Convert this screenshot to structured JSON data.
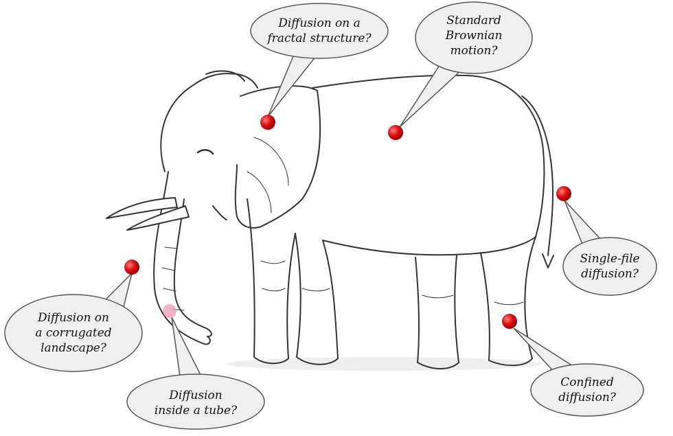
{
  "bubbles": {
    "fractal": "Diffusion on a fractal structure?",
    "fractal_l1": "Diffusion on a",
    "fractal_l2": "fractal structure?",
    "brownian_l1": "Standard",
    "brownian_l2": "Brownian",
    "brownian_l3": "motion?",
    "singlefile_l1": "Single-file",
    "singlefile_l2": "diffusion?",
    "confined_l1": "Confined",
    "confined_l2": "diffusion?",
    "corrugated_l1": "Diffusion on",
    "corrugated_l2": "a corrugated",
    "corrugated_l3": "landscape?",
    "tube_l1": "Diffusion",
    "tube_l2": "inside a tube?"
  },
  "colors": {
    "dot": "#e01010",
    "tube_dot": "#f0a0b8",
    "bubble_fill": "#efefef",
    "bubble_stroke": "#555555",
    "sketch": "#333333"
  }
}
